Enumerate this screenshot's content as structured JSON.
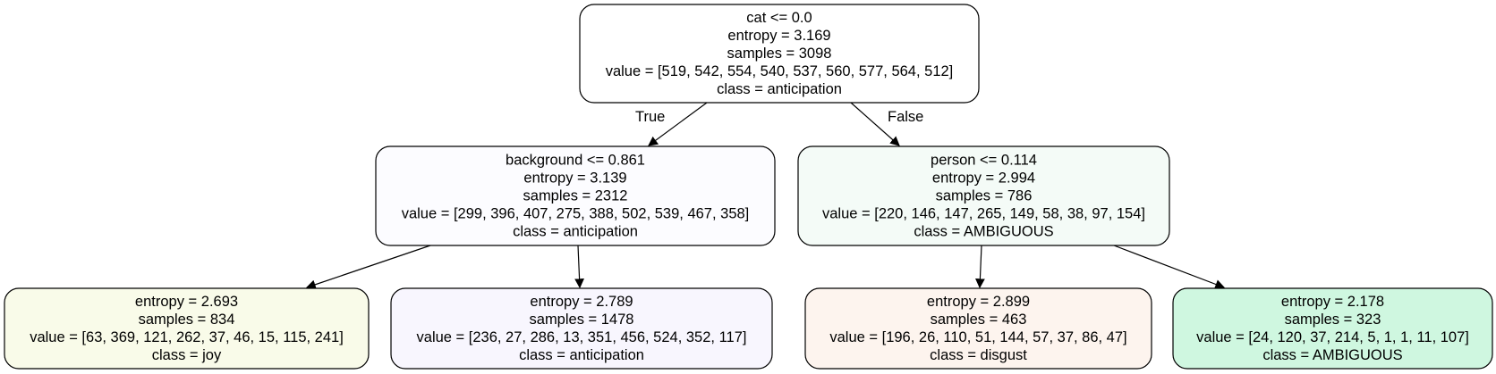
{
  "tree": {
    "nodes": [
      {
        "id": "root",
        "fill": "#ffffff",
        "lines": [
          "cat <= 0.0",
          "entropy = 3.169",
          "samples = 3098",
          "value = [519, 542, 554, 540, 537, 560, 577, 564, 512]",
          "class = anticipation"
        ]
      },
      {
        "id": "left",
        "fill": "#fcfcff",
        "lines": [
          "background <= 0.861",
          "entropy = 3.139",
          "samples = 2312",
          "value = [299, 396, 407, 275, 388, 502, 539, 467, 358]",
          "class = anticipation"
        ]
      },
      {
        "id": "right",
        "fill": "#f4fbf7",
        "lines": [
          "person <= 0.114",
          "entropy = 2.994",
          "samples = 786",
          "value = [220, 146, 147, 265, 149, 58, 38, 97, 154]",
          "class = AMBIGUOUS"
        ]
      },
      {
        "id": "left-left",
        "fill": "#f9fbe9",
        "lines": [
          "entropy = 2.693",
          "samples = 834",
          "value = [63, 369, 121, 262, 37, 46, 15, 115, 241]",
          "class = joy"
        ]
      },
      {
        "id": "left-right",
        "fill": "#f8f6fe",
        "lines": [
          "entropy = 2.789",
          "samples = 1478",
          "value = [236, 27, 286, 13, 351, 456, 524, 352, 117]",
          "class = anticipation"
        ]
      },
      {
        "id": "right-left",
        "fill": "#fdf4ee",
        "lines": [
          "entropy = 2.899",
          "samples = 463",
          "value = [196, 26, 110, 51, 144, 57, 37, 86, 47]",
          "class = disgust"
        ]
      },
      {
        "id": "right-right",
        "fill": "#cff7e0",
        "lines": [
          "entropy = 2.178",
          "samples = 323",
          "value = [24, 120, 37, 214, 5, 1, 1, 11, 107]",
          "class = AMBIGUOUS"
        ]
      }
    ],
    "edges": [
      {
        "from": "root",
        "to": "left",
        "label": "True"
      },
      {
        "from": "root",
        "to": "right",
        "label": "False"
      },
      {
        "from": "left",
        "to": "left-left",
        "label": ""
      },
      {
        "from": "left",
        "to": "left-right",
        "label": ""
      },
      {
        "from": "right",
        "to": "right-left",
        "label": ""
      },
      {
        "from": "right",
        "to": "right-right",
        "label": ""
      }
    ]
  }
}
